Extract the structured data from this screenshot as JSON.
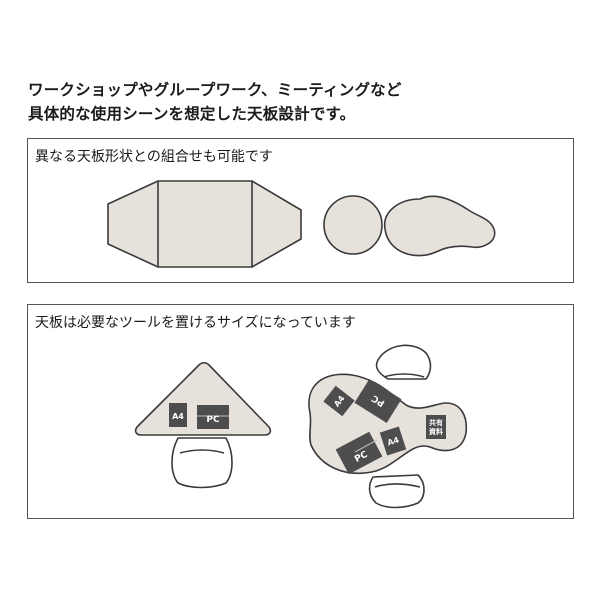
{
  "headline": {
    "line1": "ワークショップやグループワーク、ミーティングなど",
    "line2": "具体的な使用シーンを想定した天板設計です。"
  },
  "panel_shapes": {
    "caption": "異なる天板形状との組合せも可能です"
  },
  "panel_tools": {
    "caption": "天板は必要なツールを置けるサイズになっています",
    "labels": {
      "a4": "A4",
      "pc": "PC",
      "shared_line1": "共有",
      "shared_line2": "資料"
    }
  },
  "colors": {
    "tabletop_fill": "#e7e1dc",
    "outline": "#3a3a3a",
    "item_fill": "#4d4d4d"
  }
}
